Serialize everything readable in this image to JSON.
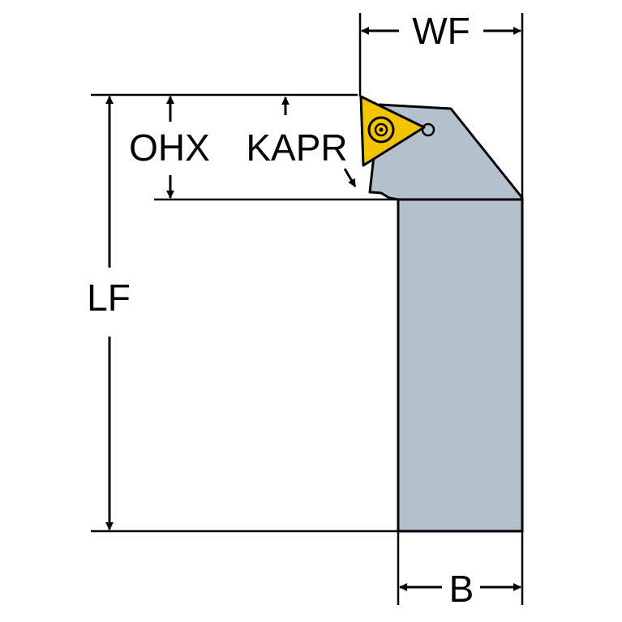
{
  "labels": {
    "wf": "WF",
    "ohx": "OHX",
    "kapr": "KAPR",
    "lf": "LF",
    "b": "B"
  },
  "colors": {
    "holder": "#b4c0cb",
    "insert": "#f4c400",
    "outline": "#000000",
    "background": "#ffffff"
  }
}
